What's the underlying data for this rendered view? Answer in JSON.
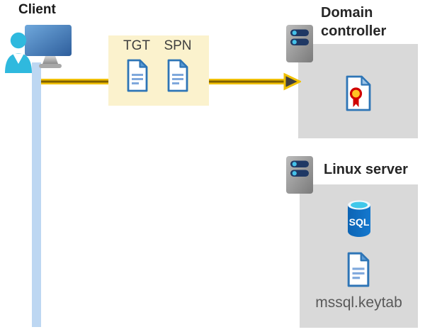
{
  "client": {
    "label": "Client"
  },
  "tickets": {
    "tgt_label": "TGT",
    "spn_label": "SPN"
  },
  "domain_controller": {
    "title": "Domain controller"
  },
  "linux_server": {
    "title": "Linux server",
    "sql_label": "SQL",
    "keytab_label": "mssql.keytab"
  },
  "colors": {
    "ticket_box_bg": "#FBF2CD",
    "arrow_gold": "#F0C000",
    "arrow_core": "#7F6000",
    "arrowhead_gray": "#404040",
    "server_box_bg": "#D9D9D9",
    "doc_border_blue": "#2E75B6",
    "doc_fold_blue": "#5B9BD5",
    "doc_line_blue": "#7FA8DC",
    "server_bar_navy": "#1F3864",
    "server_dot_cyan": "#44C1E9",
    "person_cyan": "#2FB9DE",
    "connection_line_blue": "#BDD7F2",
    "sql_body_blue": "#106EBE",
    "sql_top_cyan": "#41C8EA",
    "cert_ribbon_red": "#D00000",
    "cert_seal_gold": "#FFC425",
    "title_text": "#262626",
    "label_text": "#3F3F3F",
    "keytab_text": "#595959"
  }
}
